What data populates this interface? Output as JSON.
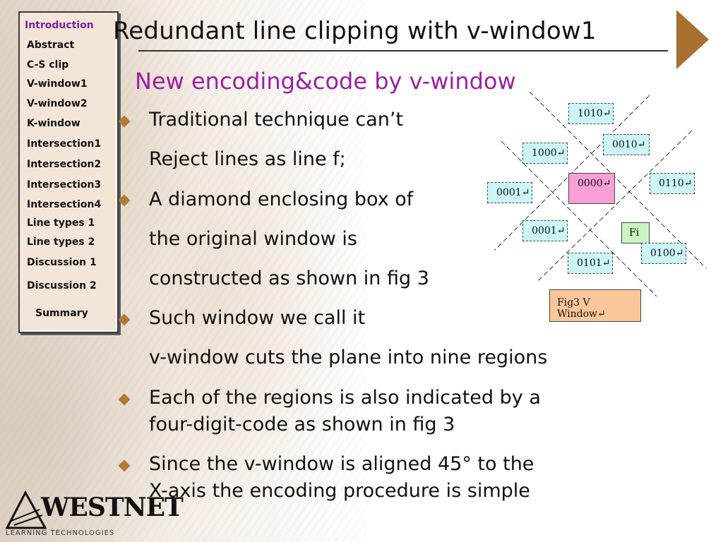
{
  "nav": {
    "items": [
      {
        "label": "Introduction",
        "active": true
      },
      {
        "label": "Abstract"
      },
      {
        "label": "C-S clip"
      },
      {
        "label": "V-window1"
      },
      {
        "label": "V-window2"
      },
      {
        "label": "K-window"
      },
      {
        "label": "Intersection1"
      },
      {
        "label": "Intersection2"
      },
      {
        "label": "Intersection3"
      },
      {
        "label": "Intersection4"
      },
      {
        "label": "Line types 1"
      },
      {
        "label": "Line types 2"
      },
      {
        "label": "Discussion 1"
      },
      {
        "label": "Discussion 2"
      },
      {
        "label": "Summary"
      }
    ]
  },
  "slide": {
    "title": "Redundant line clipping with v-window1",
    "subtitle": "New encoding&code by v-window",
    "lines": [
      "Traditional technique can’t",
      "Reject lines as line f;",
      "A diamond enclosing box of",
      "the original window is",
      "constructed as shown in fig 3",
      "Such window we call it",
      "v-window cuts the plane into nine regions",
      "Each of the regions is also indicated by a",
      "four-digit-code as shown in fig 3",
      "Since the v-window is aligned 45°  to the",
      "X-axis the encoding procedure is simple"
    ]
  },
  "figure": {
    "regions": {
      "r1010": "1010↵",
      "r0010": "0010↵",
      "r1000": "1000↵",
      "r0001_left": "0001↵",
      "r0000": "0000↵",
      "r0110": "0110↵",
      "r0001_lower": "0001↵",
      "fi": "Fi",
      "r0100": "0100↵",
      "r0101": "0101↵"
    },
    "caption": "Fig3 V Window↵"
  },
  "logo": {
    "name": "WESTNET",
    "tagline": "LEARNING TECHNOLOGIES"
  },
  "colors": {
    "title_accent": "#9c1fa3",
    "bullet": "#b27a36",
    "next_arrow": "#a86f2e",
    "nav_bg": "#f3e6d8",
    "region_box": "#ccf5f8",
    "origin_box": "#f7a0d8",
    "fi_box": "#c9f5c0",
    "caption_box": "#fbc79a"
  }
}
